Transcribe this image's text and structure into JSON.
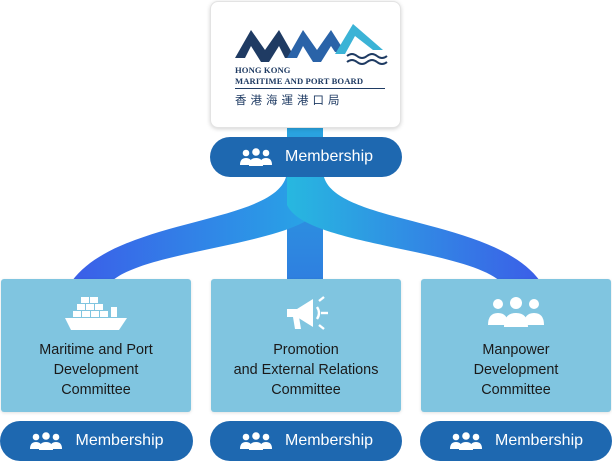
{
  "organization": {
    "name_en_line1": "HONG KONG",
    "name_en_line2": "MARITIME AND PORT BOARD",
    "name_zh": "香港海運港口局"
  },
  "top_membership": {
    "label": "Membership",
    "icon": "people-group-icon"
  },
  "committees": [
    {
      "title": "Maritime and Port\nDevelopment\nCommittee",
      "icon": "container-ship-icon",
      "membership_label": "Membership"
    },
    {
      "title": "Promotion\nand External Relations\nCommittee",
      "icon": "megaphone-icon",
      "membership_label": "Membership"
    },
    {
      "title": "Manpower\nDevelopment\nCommittee",
      "icon": "people-team-icon",
      "membership_label": "Membership"
    }
  ],
  "colors": {
    "pill": "#1e68b0",
    "card": "#80c5e0",
    "connector_dark": "#3b5ee8",
    "connector_light": "#27b8e0",
    "logo_navy": "#1f3b63",
    "logo_teal": "#3bb3d6"
  }
}
